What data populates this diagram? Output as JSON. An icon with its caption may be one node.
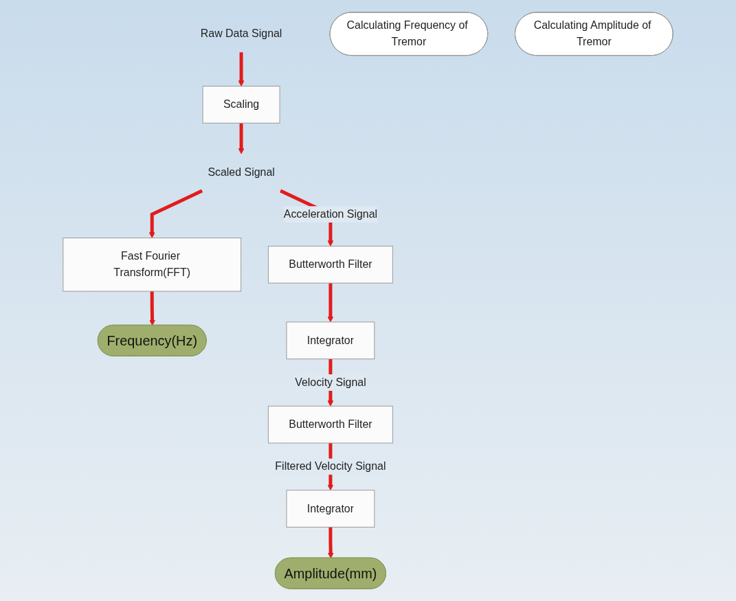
{
  "diagram": {
    "nodes": [
      {
        "text": [
          "Raw Data Signal"
        ]
      },
      {
        "text": [
          "Scaling"
        ]
      },
      {
        "text": [
          "Scaled Signal"
        ]
      },
      {
        "text": [
          "Calculating Frequency of Tremor"
        ]
      },
      {
        "text": [
          "Calculating Amplitude of Tremor"
        ]
      },
      {
        "text": [
          "Fast Fourier Transform(FFT)"
        ]
      },
      {
        "text": [
          "Frequency(Hz)"
        ]
      },
      {
        "text": [
          "Butterworth Filter"
        ]
      },
      {
        "text": [
          "Integrator"
        ]
      },
      {
        "text": [
          "Butterworth Filter"
        ]
      },
      {
        "text": [
          "Integrator"
        ]
      },
      {
        "text": [
          "Amplitude(mm)"
        ]
      }
    ],
    "edges": [
      {
        "from": 0,
        "to": 1,
        "arrow": "to"
      },
      {
        "from": 1,
        "to": 2,
        "arrow": "to"
      },
      {
        "from": 2,
        "to": 5,
        "arrow": "to"
      },
      {
        "from": 2,
        "to": 7,
        "arrow": "to",
        "label": "Acceleration Signal"
      },
      {
        "from": 5,
        "to": 6,
        "arrow": "to"
      },
      {
        "from": 7,
        "to": 8,
        "arrow": "to"
      },
      {
        "from": 8,
        "to": 9,
        "arrow": "to",
        "label": "Velocity Signal"
      },
      {
        "from": 9,
        "to": 10,
        "arrow": "to",
        "label": "Filtered Velocity Signal"
      },
      {
        "from": 10,
        "to": 11,
        "arrow": "to"
      }
    ]
  }
}
